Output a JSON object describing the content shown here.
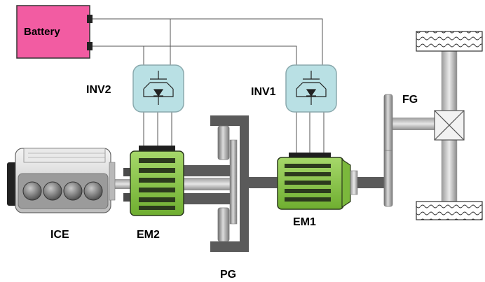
{
  "labels": {
    "battery": "Battery",
    "inv2": "INV2",
    "inv1": "INV1",
    "ice": "ICE",
    "em2": "EM2",
    "em1": "EM1",
    "pg": "PG",
    "fg": "FG"
  },
  "colors": {
    "battery": "#f25ca2",
    "inverter": "#b9e0e4",
    "motor_green": "#84c341",
    "motor_dark": "#2c3a1d",
    "shaft": "#5a5a5a",
    "gear_light": "#d7d7d7",
    "gear_dark": "#707070",
    "wire": "#555555"
  }
}
